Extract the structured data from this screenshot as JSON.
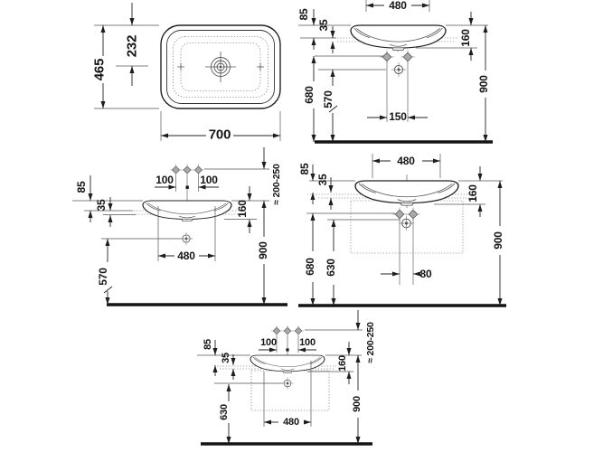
{
  "views": {
    "plan": {
      "depth": "465",
      "center_offset": "232",
      "width": "700"
    },
    "front_basic": {
      "basin_width": "480",
      "rim_height": "85",
      "counter_thickness": "35",
      "basin_depth": "160",
      "tap_hole_height": "680",
      "drain_height": "570",
      "hole_spacing": "150",
      "rim_install_height": "900"
    },
    "front_wall_fittings": {
      "hole_left": "100",
      "hole_right": "100",
      "rim_height": "85",
      "counter_thickness": "35",
      "basin_depth": "160",
      "cutout_width": "480",
      "drain_height": "570",
      "rim_install_height": "900",
      "mirror_distance": "≈ 200-250"
    },
    "front_cabinet": {
      "basin_width": "480",
      "rim_height": "85",
      "counter_thickness": "35",
      "basin_depth": "160",
      "tap_hole_height": "680",
      "drain_height": "630",
      "hole_spacing": "80",
      "rim_install_height": "900"
    },
    "front_wall_cabinet": {
      "hole_left": "100",
      "hole_right": "100",
      "rim_height": "85",
      "counter_thickness": "35",
      "basin_depth": "160",
      "drain_height": "630",
      "cutout_width": "480",
      "rim_install_height": "900",
      "mirror_distance": "≈ 200-250"
    }
  }
}
